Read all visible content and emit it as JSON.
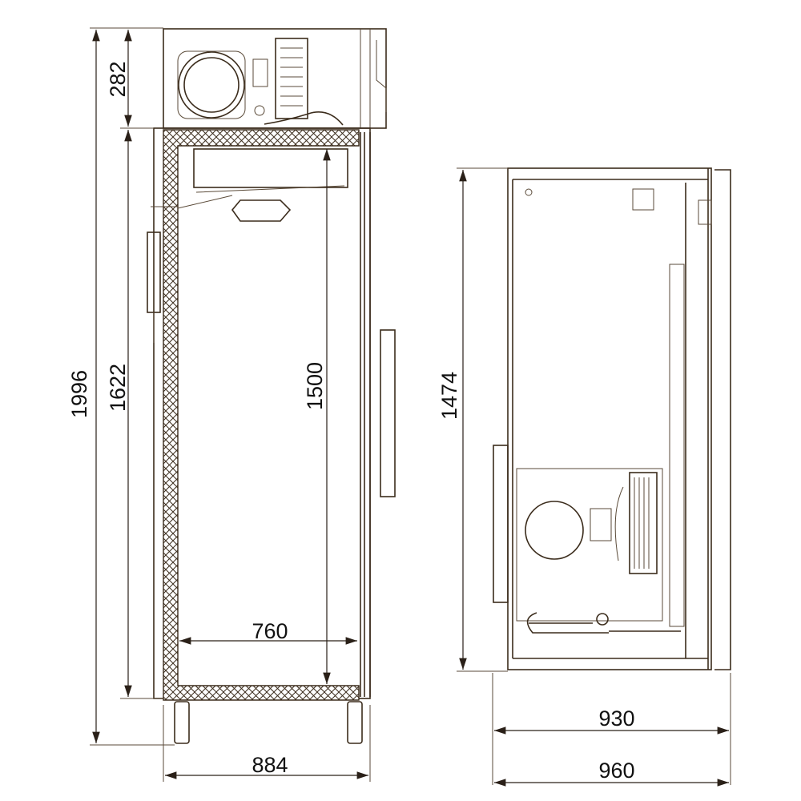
{
  "title": "Refrigerated cabinet dimensional drawing",
  "colors": {
    "line": "#3b2c1c",
    "text": "#111111",
    "background": "#ffffff"
  },
  "units": "mm",
  "front_view": {
    "dimensions": {
      "total_height": "1996",
      "unit_height": "282",
      "body_height": "1622",
      "inner_height": "1500",
      "inner_width": "760",
      "total_width": "884"
    }
  },
  "side_view": {
    "dimensions": {
      "height": "1474",
      "body_depth": "930",
      "total_depth": "960"
    }
  }
}
